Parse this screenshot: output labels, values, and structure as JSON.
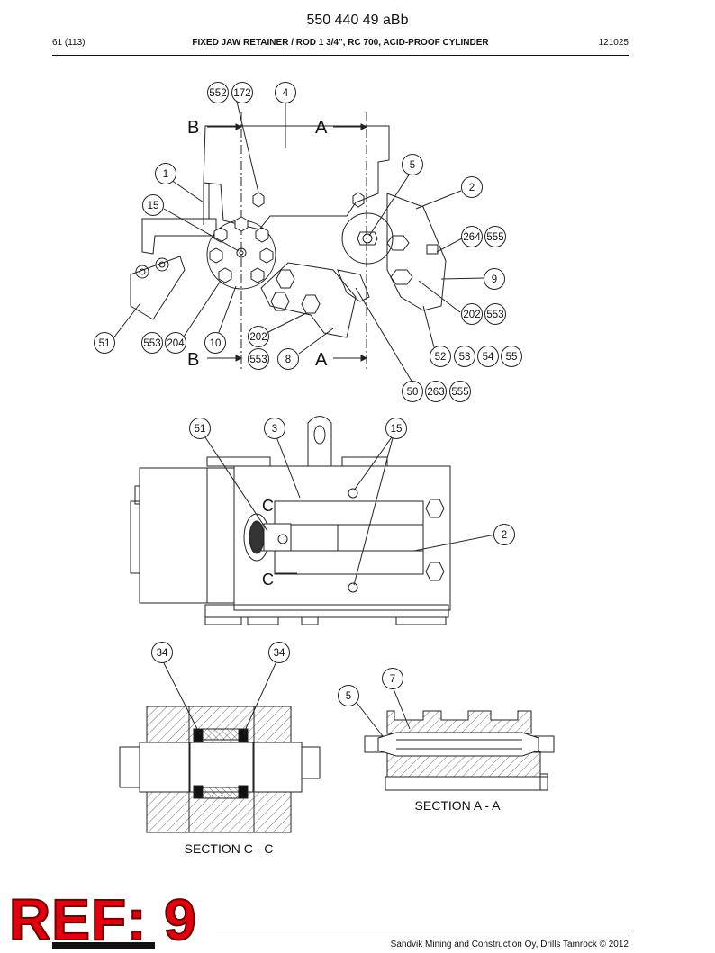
{
  "header": {
    "doc_code": "550 440 49 aBb",
    "page_number": "61 (113)",
    "title": "FIXED JAW RETAINER / ROD 1 3/4\", RC 700, ACID-PROOF CYLINDER",
    "date_code": "121025"
  },
  "views": {
    "top": {
      "section_marks": [
        "B",
        "A",
        "B",
        "A"
      ],
      "callouts": [
        "552",
        "172",
        "4",
        "1",
        "5",
        "2",
        "15",
        "264",
        "555",
        "9",
        "202",
        "553",
        "51",
        "553",
        "204",
        "10",
        "202",
        "553",
        "8",
        "52",
        "53",
        "54",
        "55",
        "50",
        "263",
        "555"
      ]
    },
    "middle": {
      "section_marks": [
        "C",
        "C"
      ],
      "callouts": [
        "51",
        "3",
        "15",
        "2"
      ]
    },
    "section_cc": {
      "caption": "SECTION C - C",
      "callouts": [
        "34",
        "34"
      ]
    },
    "section_aa": {
      "caption": "SECTION A - A",
      "callouts": [
        "7",
        "5"
      ]
    }
  },
  "ref_label": "REF: 9",
  "footer": {
    "copyright": "Sandvik Mining and Construction Oy, Drills Tamrock © 2012"
  },
  "colors": {
    "ref_red": "#e00010",
    "ink": "#111111"
  }
}
